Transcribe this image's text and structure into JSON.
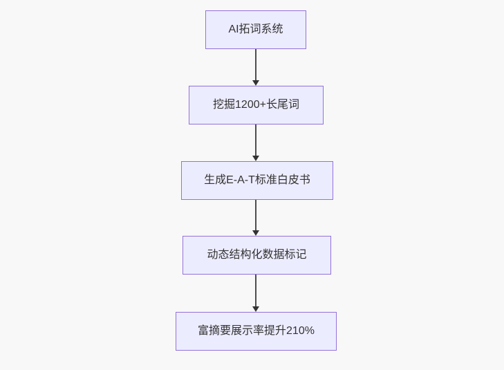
{
  "diagram": {
    "type": "flowchart",
    "direction": "top-down",
    "colors": {
      "background": "#f8f8f8",
      "node_fill": "#ECECFF",
      "node_border": "#9370DB",
      "node_text": "#333333",
      "edge": "#333333"
    },
    "nodes": [
      {
        "id": "step1",
        "label": "AI拓词系统"
      },
      {
        "id": "step2",
        "label": "挖掘1200+长尾词"
      },
      {
        "id": "step3",
        "label": "生成E-A-T标准白皮书"
      },
      {
        "id": "step4",
        "label": "动态结构化数据标记"
      },
      {
        "id": "step5",
        "label": "富摘要展示率提升210%"
      }
    ],
    "edges": [
      {
        "from": "step1",
        "to": "step2"
      },
      {
        "from": "step2",
        "to": "step3"
      },
      {
        "from": "step3",
        "to": "step4"
      },
      {
        "from": "step4",
        "to": "step5"
      }
    ]
  }
}
